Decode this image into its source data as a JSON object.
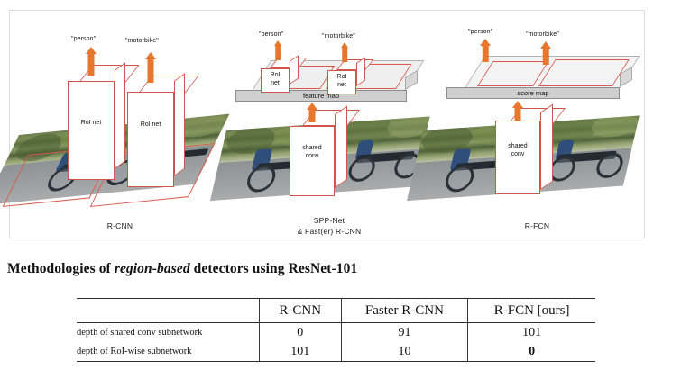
{
  "figure": {
    "panels": [
      {
        "id": "r-cnn",
        "caption": "R-CNN",
        "class_labels": [
          "\"person\"",
          "\"motorbike\""
        ],
        "boxes": [
          {
            "label_line1": "RoI net",
            "label_line2": ""
          },
          {
            "label_line1": "RoI net",
            "label_line2": ""
          }
        ]
      },
      {
        "id": "spp-net",
        "caption_line1": "SPP-Net",
        "caption_line2": "& Fast(er) R-CNN",
        "class_labels": [
          "\"person\"",
          "\"motorbike\""
        ],
        "slab_label": "feature map",
        "roi_boxes": [
          {
            "label_line1": "RoI",
            "label_line2": "net"
          },
          {
            "label_line1": "RoI",
            "label_line2": "net"
          }
        ],
        "conv_box": {
          "label_line1": "shared",
          "label_line2": "conv"
        }
      },
      {
        "id": "r-fcn",
        "caption": "R-FCN",
        "class_labels": [
          "\"person\"",
          "\"motorbike\""
        ],
        "slab_label": "score map",
        "conv_box": {
          "label_line1": "shared",
          "label_line2": "conv"
        }
      }
    ],
    "colors": {
      "arrow": "#e8762c",
      "box_outline": "#d0554a",
      "roi_outline": "#d9594b",
      "slab_gray": "#cfcfcf"
    }
  },
  "heading": {
    "part1": "Methodologies of ",
    "emphasis": "region-based",
    "part2": " detectors using ResNet-101"
  },
  "table": {
    "columns": [
      "",
      "R-CNN",
      "Faster R-CNN",
      "R-FCN [ours]"
    ],
    "rows": [
      {
        "label": "depth of shared conv subnetwork",
        "values": [
          "0",
          "91",
          "101"
        ],
        "bold": [
          false,
          false,
          false
        ]
      },
      {
        "label": "depth of RoI-wise subnetwork",
        "values": [
          "101",
          "10",
          "0"
        ],
        "bold": [
          false,
          false,
          true
        ]
      }
    ]
  }
}
